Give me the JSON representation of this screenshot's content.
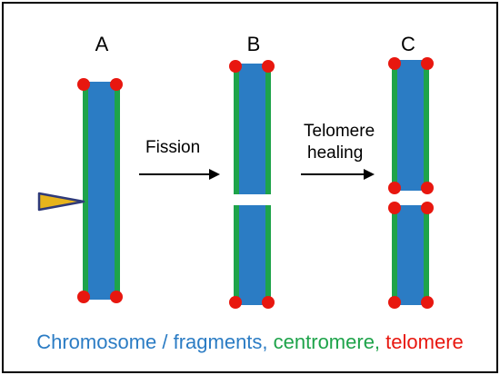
{
  "panels": {
    "a_label": "A",
    "b_label": "B",
    "c_label": "C"
  },
  "steps": {
    "fission": "Fission",
    "telomere_healing_line1": "Telomere",
    "telomere_healing_line2": "healing"
  },
  "legend": {
    "chromosome": "Chromosome / fragments,",
    "centromere": "centromere,",
    "telomere": "telomere"
  },
  "colors": {
    "chromosome": "#2b7cc4",
    "centromere": "#1ea34a",
    "telomere": "#e8170f",
    "marker_fill": "#e7b41c",
    "marker_outline": "#2f3a7a",
    "border": "#000000"
  }
}
